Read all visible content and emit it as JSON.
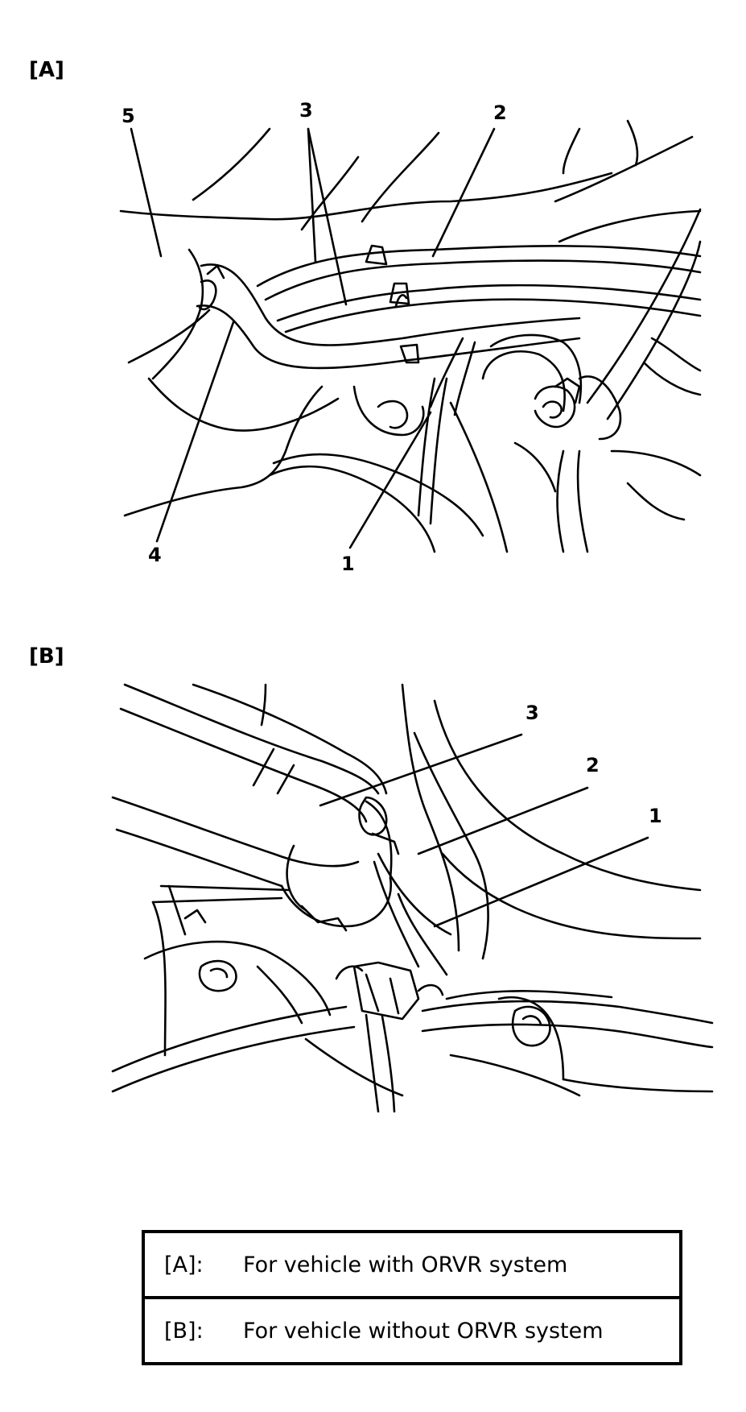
{
  "sections": {
    "a": {
      "label": "[A]",
      "callouts": [
        "1",
        "2",
        "3",
        "4",
        "5"
      ]
    },
    "b": {
      "label": "[B]",
      "callouts": [
        "1",
        "2",
        "3"
      ]
    }
  },
  "legend": {
    "rows": [
      {
        "key": "[A]:",
        "text": "For vehicle with ORVR system"
      },
      {
        "key": "[B]:",
        "text": "For vehicle without ORVR system"
      }
    ]
  }
}
